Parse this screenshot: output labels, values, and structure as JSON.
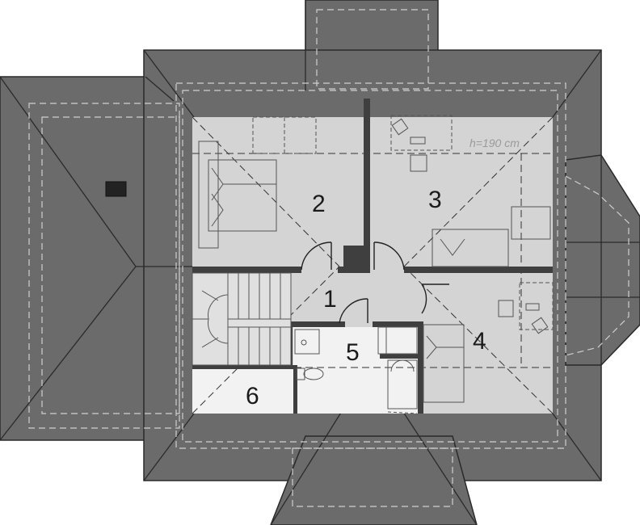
{
  "diagram": {
    "rooms": [
      {
        "id": "room-1",
        "label": "1"
      },
      {
        "id": "room-2",
        "label": "2"
      },
      {
        "id": "room-3",
        "label": "3"
      },
      {
        "id": "room-4",
        "label": "4"
      },
      {
        "id": "room-5",
        "label": "5"
      },
      {
        "id": "room-6",
        "label": "6"
      }
    ],
    "height_annotation": "h=190 cm"
  },
  "colors": {
    "roof": "#6b6b6b",
    "floor_light": "#d4d4d4",
    "floor_white": "#f2f2f2",
    "wall": "#3f3f3f"
  }
}
